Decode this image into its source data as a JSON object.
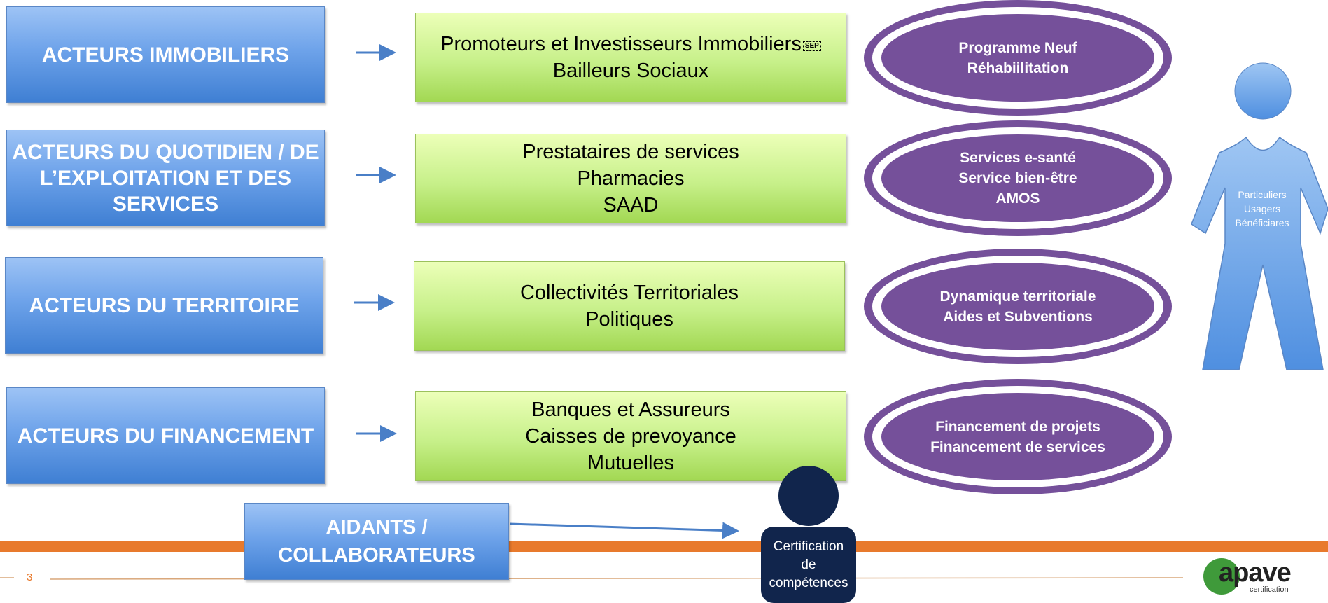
{
  "actors": [
    {
      "label": "ACTEURS IMMOBILIERS",
      "lines": [
        "Promoteurs et Investisseurs Immobiliers",
        "Bailleurs Sociaux"
      ],
      "sep_marker": "SEP",
      "services": [
        "Programme Neuf",
        "Réhabiilitation"
      ]
    },
    {
      "label": "ACTEURS DU QUOTIDIEN / DE L’EXPLOITATION ET DES SERVICES",
      "lines": [
        "Prestataires de services",
        "Pharmacies",
        "SAAD"
      ],
      "services": [
        "Services e-santé",
        "Service bien-être",
        "AMOS"
      ]
    },
    {
      "label": "ACTEURS DU TERRITOIRE",
      "lines": [
        "Collectivités Territoriales",
        "Politiques"
      ],
      "services": [
        "Dynamique territoriale",
        "Aides et Subventions"
      ]
    },
    {
      "label": "ACTEURS DU FINANCEMENT",
      "lines": [
        "Banques et Assureurs",
        "Caisses de prevoyance",
        "Mutuelles"
      ],
      "services": [
        "Financement de projets",
        "Financement de services"
      ]
    }
  ],
  "aidants": {
    "line1": "AIDANTS /",
    "line2": "COLLABORATEURS"
  },
  "certification": {
    "line1": "Certification",
    "line2": "de",
    "line3": "compétences"
  },
  "person": {
    "line1": "Particuliers",
    "line2": "Usagers",
    "line3": "Bénéficiares"
  },
  "page_number": "3",
  "logo": {
    "name": "apave",
    "sub": "certification"
  },
  "colors": {
    "actor_blue": "#5b95e6",
    "green_box": "#c7f08a",
    "purple": "#75509a",
    "navy": "#11254c",
    "orange_band": "#e87a2d",
    "person_blue": "#5b95e6",
    "arrow": "#4a7fc7"
  }
}
